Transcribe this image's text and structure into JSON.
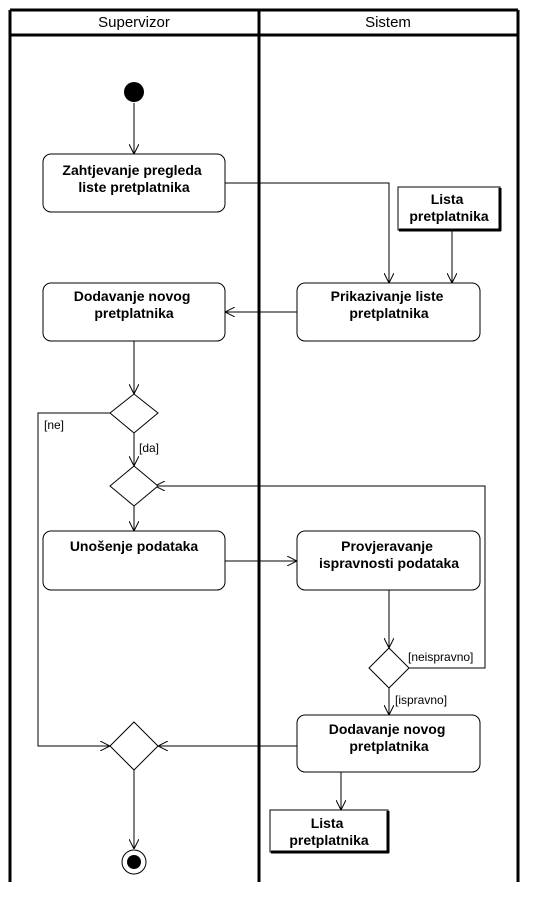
{
  "lanes": {
    "left": "Supervizor",
    "right": "Sistem"
  },
  "activities": {
    "zahtjevanje": [
      "Zahtjevanje pregleda",
      "liste pretplatnika"
    ],
    "dodavanje_left": [
      "Dodavanje novog",
      "pretplatnika"
    ],
    "prikazivanje": [
      "Prikazivanje liste",
      "pretplatnika"
    ],
    "unosenje": [
      "Unošenje podataka"
    ],
    "provjeravanje": [
      "Provjeravanje",
      "ispravnosti podataka"
    ],
    "dodavanje_right": [
      "Dodavanje novog",
      "pretplatnika"
    ]
  },
  "objects": {
    "lista_top": [
      "Lista",
      "pretplatnika"
    ],
    "lista_bottom": [
      "Lista",
      "pretplatnika"
    ]
  },
  "guards": {
    "ne": "[ne]",
    "da": "[da]",
    "neispravno": "[neispravno]",
    "ispravno": "[ispravno]"
  }
}
